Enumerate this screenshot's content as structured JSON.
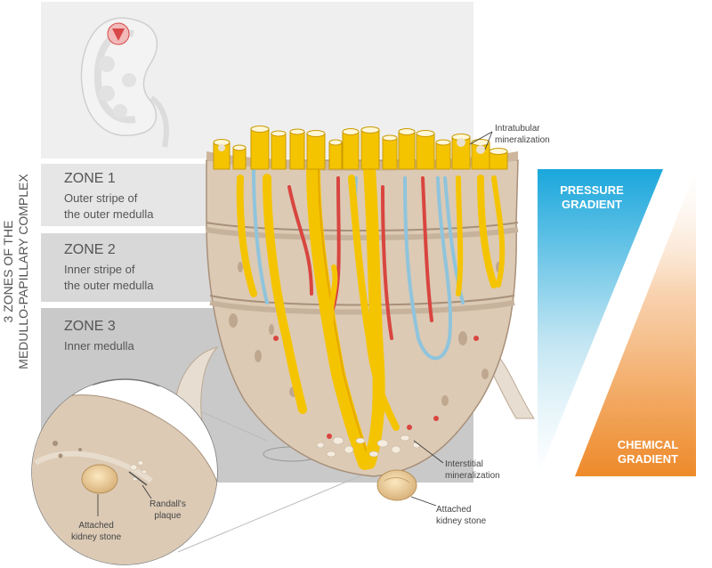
{
  "vertical_label": {
    "line1": "3 ZONES OF THE",
    "line2": "MEDULLO-PAPILLARY COMPLEX"
  },
  "zones": [
    {
      "title": "ZONE 1",
      "desc_line1": "Outer stripe of",
      "desc_line2": "the outer medulla"
    },
    {
      "title": "ZONE 2",
      "desc_line1": "Inner stripe of",
      "desc_line2": "the outer medulla"
    },
    {
      "title": "ZONE 3",
      "desc_line1": "Inner medulla",
      "desc_line2": ""
    }
  ],
  "callouts": {
    "intratubular": {
      "line1": "Intratubular",
      "line2": "mineralization"
    },
    "interstitial": {
      "line1": "Interstitial",
      "line2": "mineralization"
    },
    "stone_main": {
      "line1": "Attached",
      "line2": "kidney stone"
    },
    "stone_inset": {
      "line1": "Attached",
      "line2": "kidney stone"
    },
    "randall": {
      "line1": "Randall's",
      "line2": "plaque"
    }
  },
  "gradients": {
    "pressure": {
      "line1": "PRESSURE",
      "line2": "GRADIENT",
      "color": "#1aa7dc"
    },
    "chemical": {
      "line1": "CHEMICAL",
      "line2": "GRADIENT",
      "color": "#ee8a2a"
    }
  },
  "colors": {
    "tubule_yellow": "#f5c400",
    "tissue_beige": "#d9c8b4",
    "vessel_red": "#d9453f",
    "vessel_blue": "#8fc4dc"
  }
}
